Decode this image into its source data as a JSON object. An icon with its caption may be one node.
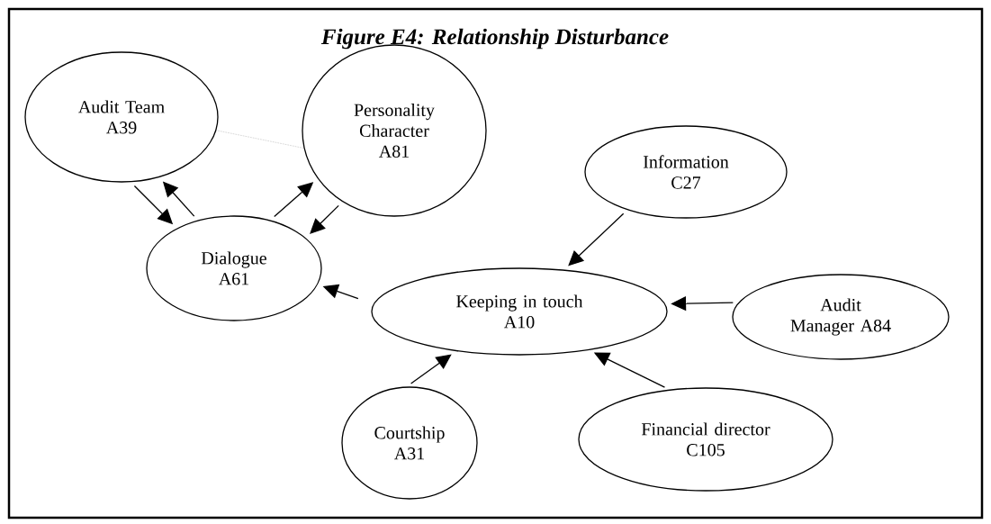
{
  "diagram": {
    "title": "Figure E4: Relationship Disturbance",
    "nodes": [
      {
        "text": [
          "Audit Team",
          "A39"
        ]
      },
      {
        "text": [
          "Personality Character",
          "A81"
        ]
      },
      {
        "text": [
          "Information",
          "C27"
        ]
      },
      {
        "text": [
          "Dialogue",
          "A61"
        ]
      },
      {
        "text": [
          "Keeping in touch",
          "A10"
        ]
      },
      {
        "text": [
          "Audit Manager A84"
        ]
      },
      {
        "text": [
          "Courtship",
          "A31"
        ]
      },
      {
        "text": [
          "Financial director",
          "C105"
        ]
      }
    ],
    "edges": [
      {
        "from": 0,
        "to": 3,
        "arrow": "to"
      },
      {
        "from": 3,
        "to": 0,
        "arrow": "to"
      },
      {
        "from": 3,
        "to": 1,
        "arrow": "to"
      },
      {
        "from": 1,
        "to": 3,
        "arrow": "to"
      },
      {
        "from": 4,
        "to": 3,
        "arrow": "to"
      },
      {
        "from": 2,
        "to": 4,
        "arrow": "to"
      },
      {
        "from": 5,
        "to": 4,
        "arrow": "to"
      },
      {
        "from": 6,
        "to": 4,
        "arrow": "to"
      },
      {
        "from": 7,
        "to": 4,
        "arrow": "to"
      },
      {
        "from": 0,
        "to": 1,
        "arrow": "none",
        "style": "dashed",
        "color": "#909090"
      }
    ]
  }
}
